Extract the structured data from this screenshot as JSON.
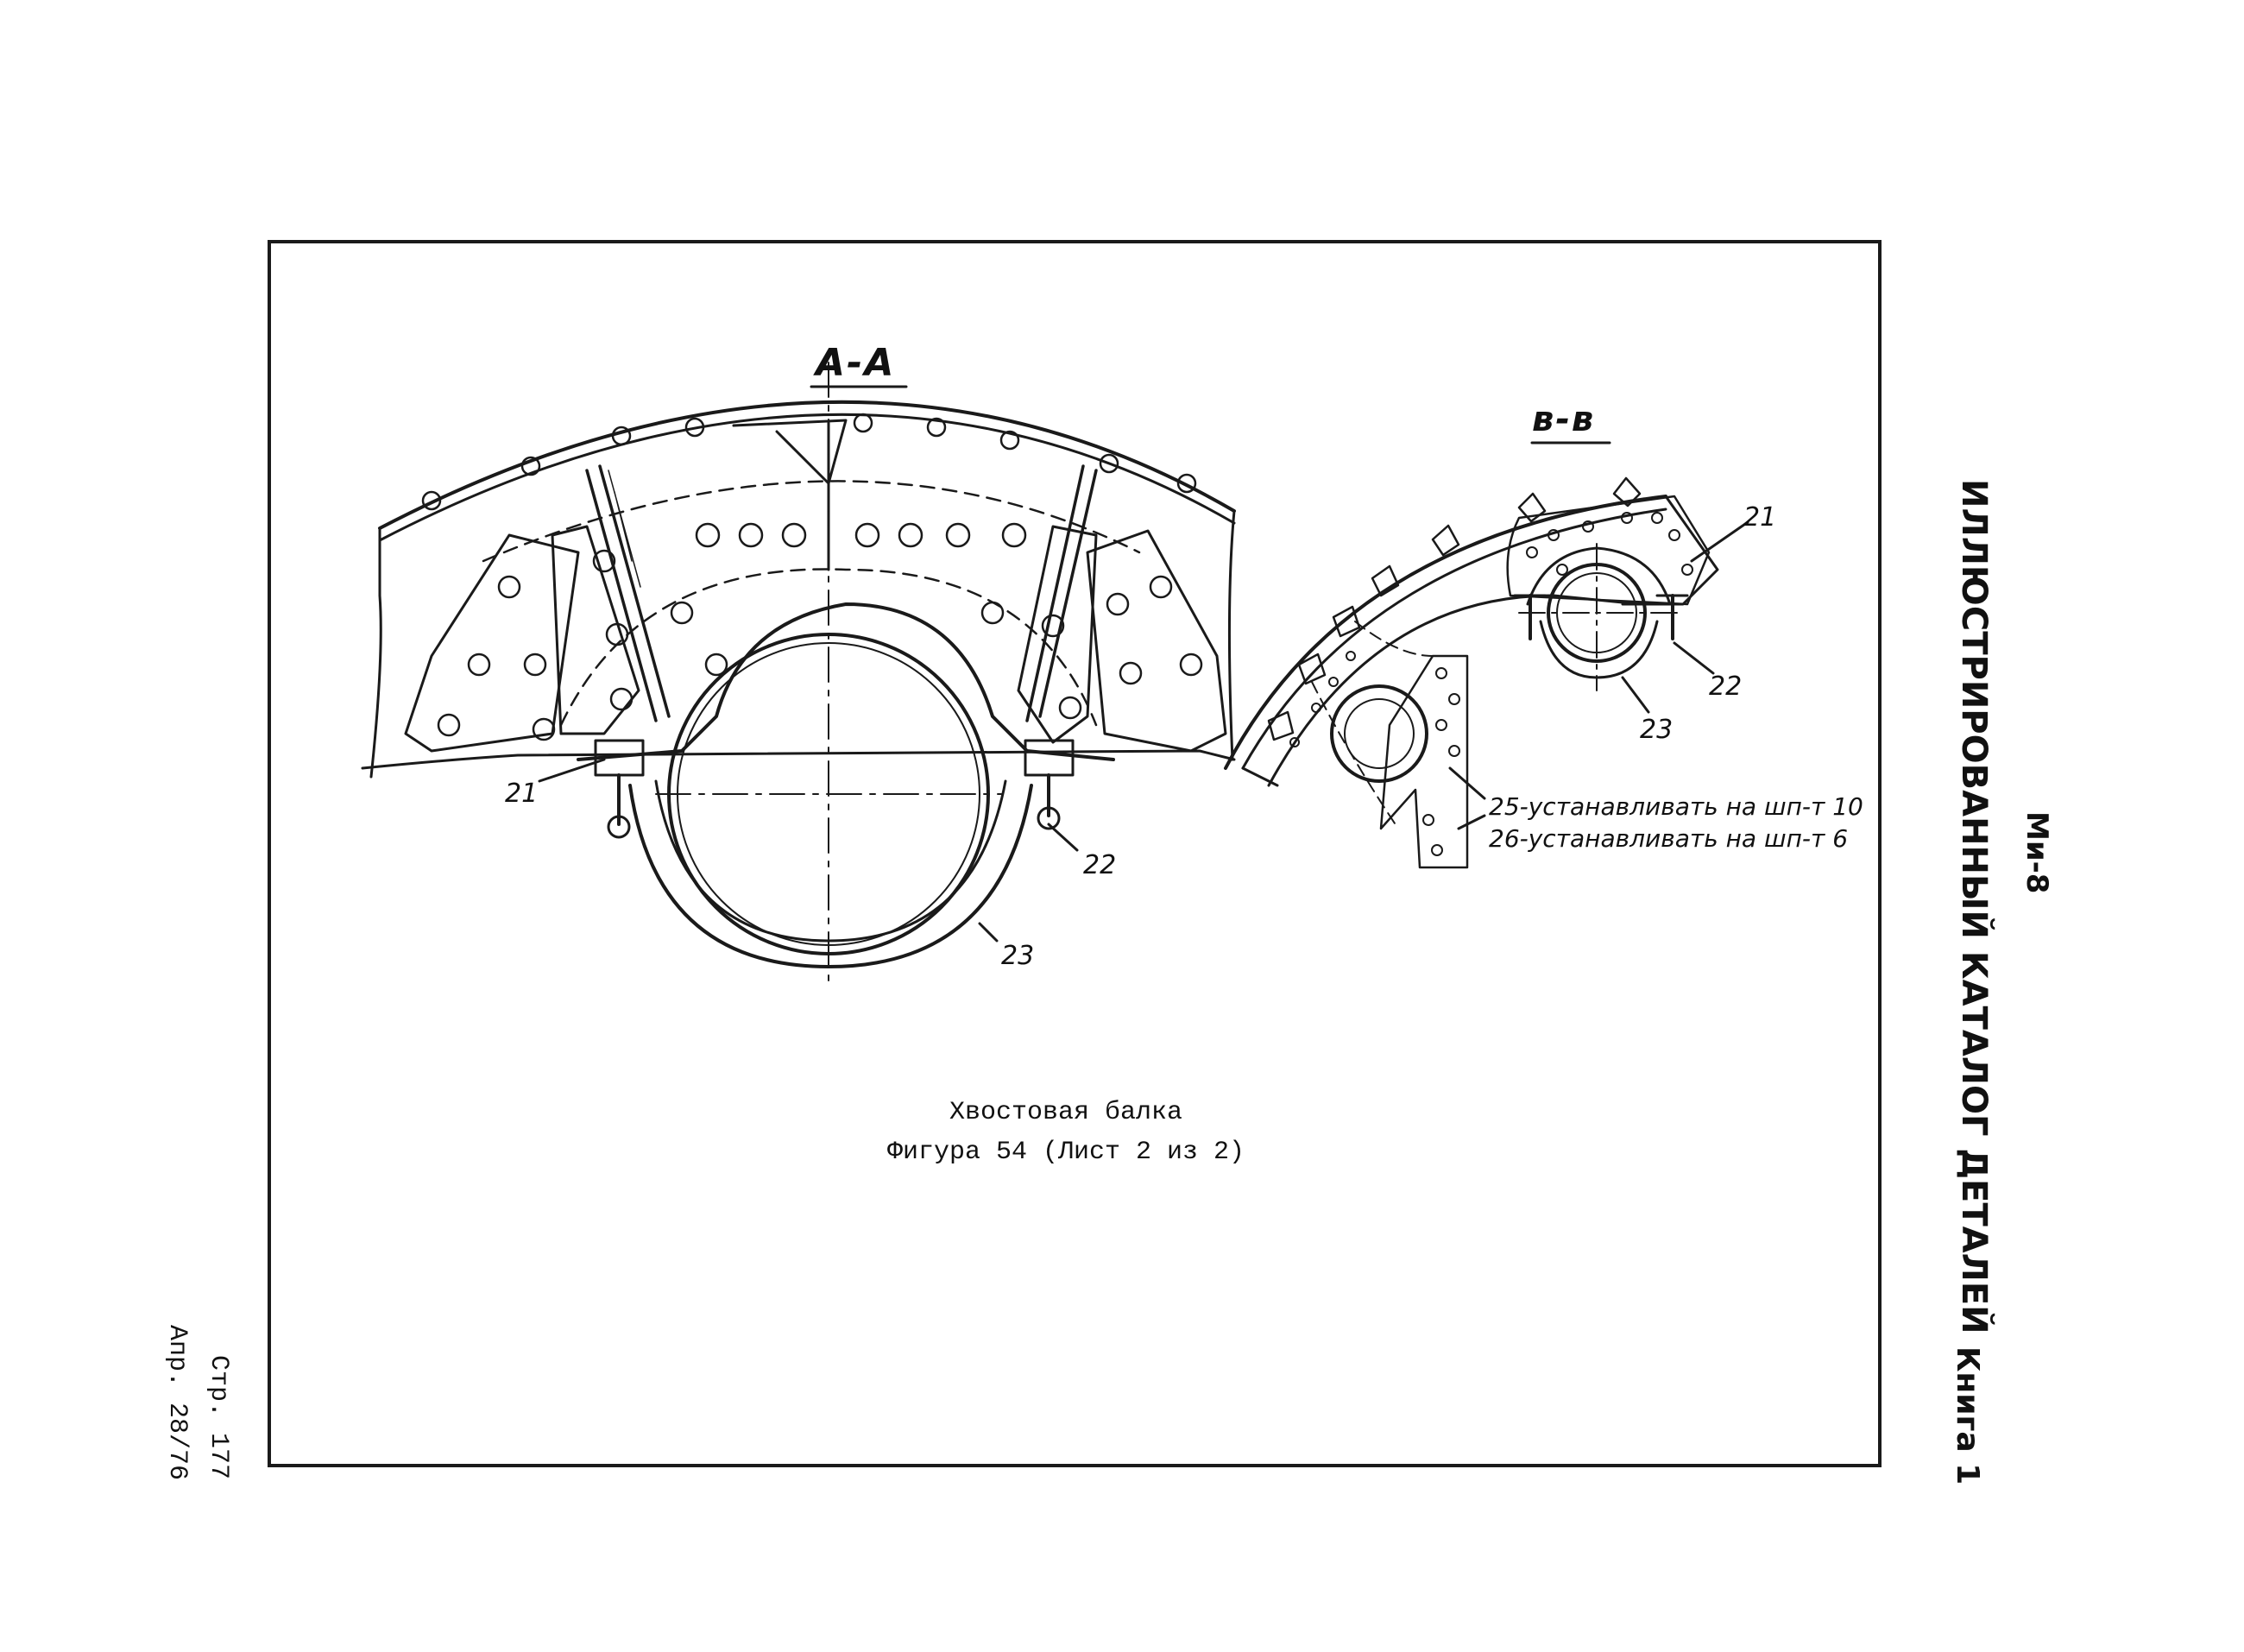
{
  "sections": {
    "a_a": "А-А",
    "b_b": "в-в"
  },
  "callouts": {
    "a_21": "21",
    "a_22": "22",
    "a_23": "23",
    "b_21": "21",
    "b_22": "22",
    "b_23": "23"
  },
  "notes": {
    "line1": "25-устанавливать на шп-т 10",
    "line2": "26-устанавливать на шп-т 6"
  },
  "caption": {
    "title": "Хвостовая балка",
    "figure": "Фигура 54 (Лист 2 из 2)"
  },
  "side": {
    "aircraft": "Ми-8",
    "catalog": "ИЛЛЮСТРИРОВАННЫЙ КАТАЛОГ ДЕТАЛЕЙ",
    "book": "Книга 1"
  },
  "footer": {
    "page": "Стр. 177",
    "date": "Апр. 28/76"
  }
}
